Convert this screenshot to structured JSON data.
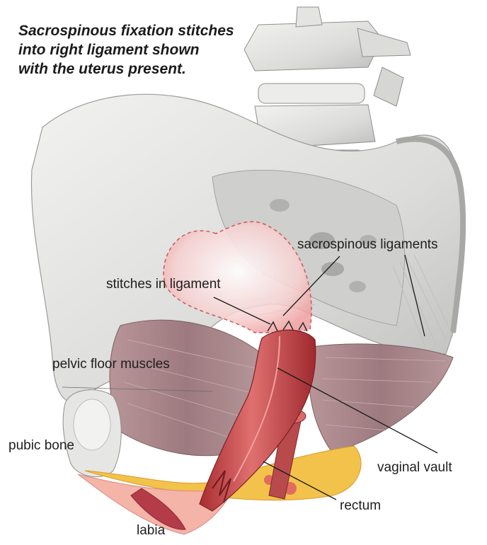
{
  "title": {
    "line1": "Sacrospinous fixation stitches",
    "line2": "into right ligament shown",
    "line3": "with the uterus present."
  },
  "labels": {
    "sacrospinous_ligaments": "sacrospinous ligaments",
    "stitches_in_ligament": "stitches in ligament",
    "pelvic_floor_muscles": "pelvic floor muscles",
    "pubic_bone": "pubic bone",
    "vaginal_vault": "vaginal vault",
    "rectum": "rectum",
    "labia": "labia"
  },
  "colors": {
    "bone": "#e2e2e0",
    "bone_shadow": "#b9b9b7",
    "muscle": "#a8868a",
    "vagina": "#c94a4a",
    "uterus_overlay": "#f2b8b8",
    "fat": "#f3c24a",
    "leader_line": "#1a1a1a"
  }
}
